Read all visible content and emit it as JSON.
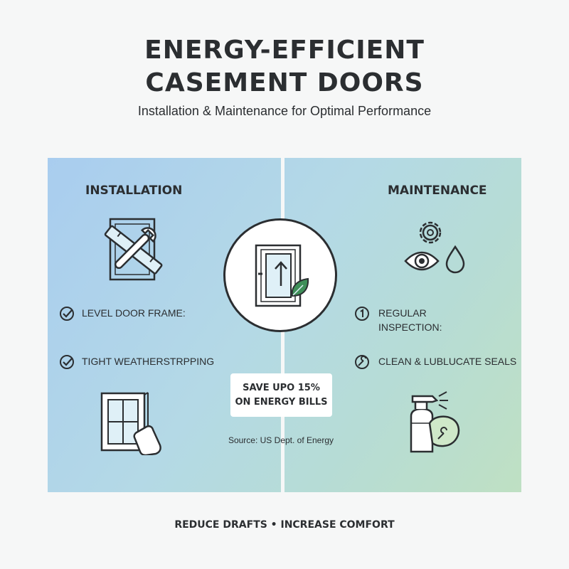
{
  "header": {
    "title_line1": "ENERGY-EFFICIENT",
    "title_line2": "CASEMENT DOORS",
    "subtitle": "Installation & Maintenance for Optimal Performance"
  },
  "installation": {
    "heading": "INSTALLATION",
    "items": [
      "LEVEL DOOR FRAME:",
      "TIGHT WEATHERSTRPPING"
    ]
  },
  "maintenance": {
    "heading": "MAINTENANCE",
    "items": [
      "REGULAR\nINSPECTION:",
      "CLEAN & LUBLUCATE SEALS"
    ]
  },
  "badge": {
    "line1": "SAVE UPO 15%",
    "line2": "ON ENERGY BILLS"
  },
  "source": "Source: US Dept. of Energy",
  "footer": "REDUCE DRAFTS • INCREASE COMFORT",
  "colors": {
    "panel_blue": "#a9cdef",
    "panel_green": "#bfe0c3",
    "text_dark": "#2b2e31",
    "background": "#f6f7f7"
  }
}
